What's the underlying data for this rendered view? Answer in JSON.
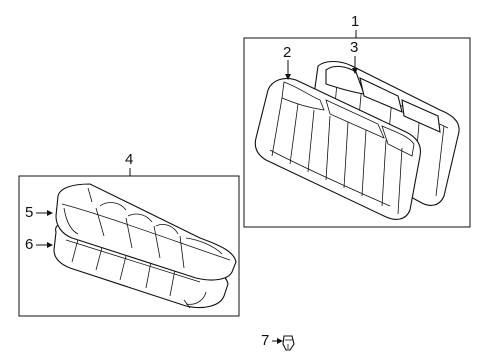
{
  "callouts": {
    "c1": "1",
    "c2": "2",
    "c3": "3",
    "c4": "4",
    "c5": "5",
    "c6": "6",
    "c7": "7"
  },
  "parts": [
    {
      "ref": "1",
      "icon": "seat-back-assembly-group"
    },
    {
      "ref": "2",
      "icon": "seat-back-cover-icon"
    },
    {
      "ref": "3",
      "icon": "seat-back-frame-icon"
    },
    {
      "ref": "4",
      "icon": "seat-cushion-assembly-group"
    },
    {
      "ref": "5",
      "icon": "seat-cushion-cover-icon"
    },
    {
      "ref": "6",
      "icon": "seat-cushion-pad-icon"
    },
    {
      "ref": "7",
      "icon": "clip-icon"
    }
  ],
  "colors": {
    "line": "#111111",
    "background": "#ffffff"
  }
}
